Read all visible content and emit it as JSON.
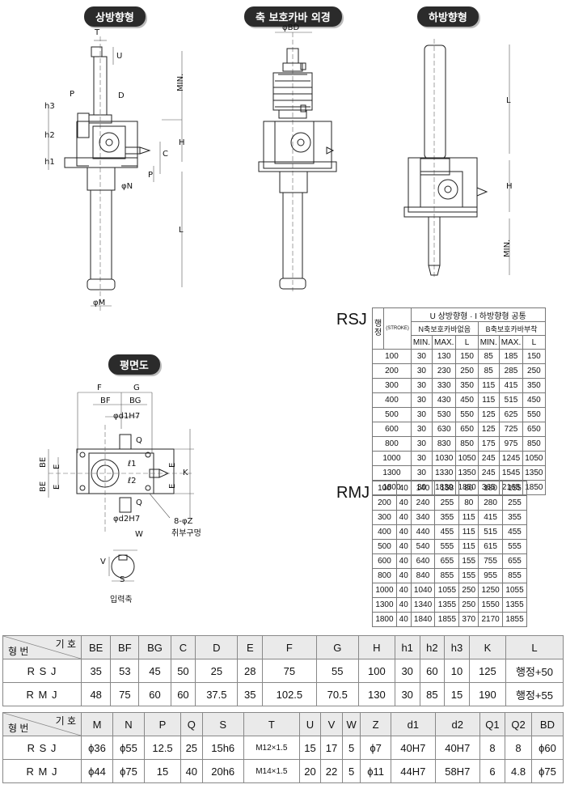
{
  "section_titles": {
    "upward": "상방향형",
    "boot_exterior": "축 보호카바 외경",
    "downward": "하방향형",
    "plan_view": "평면도"
  },
  "drawing_labels": {
    "T": "T",
    "U": "U",
    "MIN": "MIN.",
    "P": "P",
    "D": "D",
    "h3": "h3",
    "h2": "h2",
    "h1": "h1",
    "H": "H",
    "C": "C",
    "phiN": "φN",
    "L": "L",
    "phiM": "φM",
    "phiBD": "φBD",
    "F": "F",
    "G": "G",
    "BF": "BF",
    "BG": "BG",
    "phid1H7": "φd1H7",
    "phid2H7": "φd2H7",
    "Q": "Q",
    "BE": "BE",
    "E": "E",
    "K": "K",
    "l1": "ℓ1",
    "l2": "ℓ2",
    "holes": "8-φZ",
    "holes_caption": "취부구멍",
    "W": "W",
    "V": "V",
    "S": "S",
    "input_shaft": "입력축"
  },
  "stroke_table": {
    "stroke_header": "행정",
    "stroke_en": "(STROKE)",
    "common_header": "U 상방향형 · I 하방향형 공통",
    "n_header": "N축보호카바없음",
    "b_header": "B축보호카바부착",
    "sub_headers": [
      "MIN.",
      "MAX.",
      "L",
      "MIN.",
      "MAX.",
      "L"
    ]
  },
  "rsj": {
    "label": "RSJ",
    "rows": [
      [
        "100",
        "30",
        "130",
        "150",
        "85",
        "185",
        "150"
      ],
      [
        "200",
        "30",
        "230",
        "250",
        "85",
        "285",
        "250"
      ],
      [
        "300",
        "30",
        "330",
        "350",
        "115",
        "415",
        "350"
      ],
      [
        "400",
        "30",
        "430",
        "450",
        "115",
        "515",
        "450"
      ],
      [
        "500",
        "30",
        "530",
        "550",
        "125",
        "625",
        "550"
      ],
      [
        "600",
        "30",
        "630",
        "650",
        "125",
        "725",
        "650"
      ],
      [
        "800",
        "30",
        "830",
        "850",
        "175",
        "975",
        "850"
      ],
      [
        "1000",
        "30",
        "1030",
        "1050",
        "245",
        "1245",
        "1050"
      ],
      [
        "1300",
        "30",
        "1330",
        "1350",
        "245",
        "1545",
        "1350"
      ],
      [
        "1800",
        "30",
        "1830",
        "1850",
        "365",
        "2165",
        "1850"
      ]
    ]
  },
  "rmj": {
    "label": "RMJ",
    "rows": [
      [
        "100",
        "40",
        "140",
        "158",
        "80",
        "180",
        "155"
      ],
      [
        "200",
        "40",
        "240",
        "255",
        "80",
        "280",
        "255"
      ],
      [
        "300",
        "40",
        "340",
        "355",
        "115",
        "415",
        "355"
      ],
      [
        "400",
        "40",
        "440",
        "455",
        "115",
        "515",
        "455"
      ],
      [
        "500",
        "40",
        "540",
        "555",
        "115",
        "615",
        "555"
      ],
      [
        "600",
        "40",
        "640",
        "655",
        "155",
        "755",
        "655"
      ],
      [
        "800",
        "40",
        "840",
        "855",
        "155",
        "955",
        "855"
      ],
      [
        "1000",
        "40",
        "1040",
        "1055",
        "250",
        "1250",
        "1055"
      ],
      [
        "1300",
        "40",
        "1340",
        "1355",
        "250",
        "1550",
        "1355"
      ],
      [
        "1800",
        "40",
        "1840",
        "1855",
        "370",
        "2170",
        "1855"
      ]
    ]
  },
  "dim_table1": {
    "corner_top": "기  호",
    "corner_bottom": "형  번",
    "headers": [
      "BE",
      "BF",
      "BG",
      "C",
      "D",
      "E",
      "F",
      "G",
      "H",
      "h1",
      "h2",
      "h3",
      "K",
      "L"
    ],
    "rows": [
      {
        "model": "R S J",
        "values": [
          "35",
          "53",
          "45",
          "50",
          "25",
          "28",
          "75",
          "55",
          "100",
          "30",
          "60",
          "10",
          "125",
          "행정+50"
        ]
      },
      {
        "model": "R M J",
        "values": [
          "48",
          "75",
          "60",
          "60",
          "37.5",
          "35",
          "102.5",
          "70.5",
          "130",
          "30",
          "85",
          "15",
          "190",
          "행정+55"
        ]
      }
    ]
  },
  "dim_table2": {
    "corner_top": "기  호",
    "corner_bottom": "형  번",
    "headers": [
      "M",
      "N",
      "P",
      "Q",
      "S",
      "T",
      "U",
      "V",
      "W",
      "Z",
      "d1",
      "d2",
      "Q1",
      "Q2",
      "BD"
    ],
    "rows": [
      {
        "model": "R S J",
        "values": [
          "ϕ36",
          "ϕ55",
          "12.5",
          "25",
          "15h6",
          "M12×1.5",
          "15",
          "17",
          "5",
          "ϕ7",
          "40H7",
          "40H7",
          "8",
          "8",
          "ϕ60"
        ]
      },
      {
        "model": "R M J",
        "values": [
          "ϕ44",
          "ϕ75",
          "15",
          "40",
          "20h6",
          "M14×1.5",
          "20",
          "22",
          "5",
          "ϕ11",
          "44H7",
          "58H7",
          "6",
          "4.8",
          "ϕ75"
        ]
      }
    ]
  }
}
